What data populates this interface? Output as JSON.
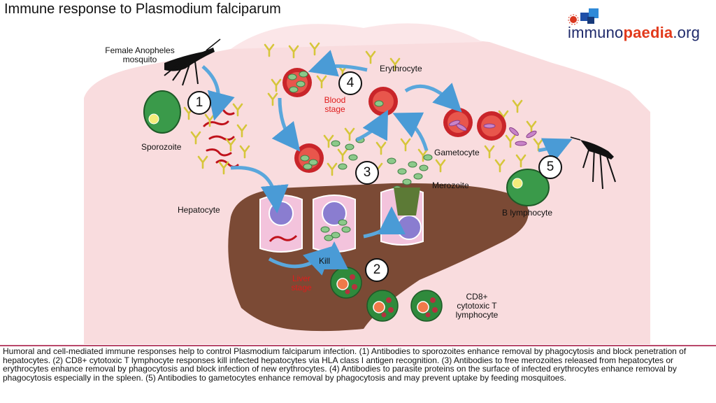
{
  "title": "Immune response to Plasmodium falciparum",
  "logo": {
    "part1": "immuno",
    "part2": "paedia",
    "part3": ".org"
  },
  "labels": {
    "mosquito": "Female Anopheles mosquito",
    "sporozoite": "Sporozoite",
    "hepatocyte": "Hepatocyte",
    "kill": "Kill",
    "liver_stage": "Liver stage",
    "erythrocyte": "Erythrocyte",
    "blood_stage": "Blood stage",
    "merozoite": "Merozoite",
    "gametocyte": "Gametocyte",
    "b_lymphocyte": "B lymphocyte",
    "cd8": "CD8+ cytotoxic T lymphocyte"
  },
  "steps": [
    "1",
    "2",
    "3",
    "4",
    "5"
  ],
  "caption": "Humoral and cell-mediated immune responses help to control Plasmodium falciparum infection. (1) Antibodies to sporozoites enhance removal by phagocytosis and block penetration of hepatocytes. (2) CD8+ cytotoxic T lymphocyte responses kill infected hepatocytes via HLA class I antigen recognition. (3) Antibodies to free merozoites released from hepatocytes or erythrocytes enhance removal by phagocytosis and block infection of new erythrocytes. (4) Antibodies to parasite proteins on the surface of infected erythrocytes enhance removal by phagocytosis especially in the spleen. (5) Antibodies to gametocytes enhance removal by phagocytosis and may prevent uptake by feeding mosquitoes.",
  "colors": {
    "body": "#f9d9dc",
    "liver": "#7a4a35",
    "cell_green": "#3a9a4a",
    "erythrocyte": "#c9252a",
    "arrow": "#5aa7dc",
    "antibody": "#e6d84a",
    "accent": "#b9486a"
  },
  "icons": [
    "mosquito-icon",
    "antibody-icon",
    "arrow-icon",
    "logo-cube-icon"
  ]
}
